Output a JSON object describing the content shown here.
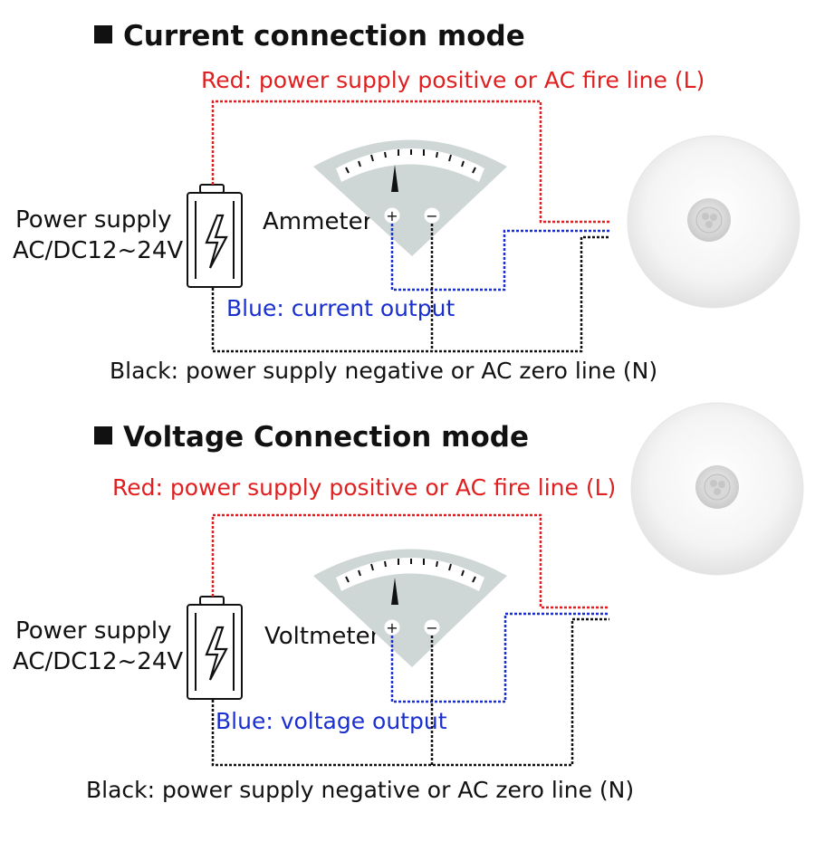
{
  "current": {
    "title": "Current connection mode",
    "red_label": "Red: power supply positive or AC fire line (L)",
    "power_supply_line1": "Power supply",
    "power_supply_line2": "AC/DC12~24V",
    "meter_label": "Ammeter",
    "blue_label": "Blue: current output",
    "black_label": "Black: power supply negative or AC zero line (N)"
  },
  "voltage": {
    "title": "Voltage Connection mode",
    "red_label": "Red: power supply positive or AC fire line (L)",
    "power_supply_line1": "Power supply",
    "power_supply_line2": "AC/DC12~24V",
    "meter_label": "Voltmeter",
    "blue_label": "Blue: voltage output",
    "black_label": "Black: power supply negative or AC zero line (N)"
  },
  "meter_terminals": {
    "plus": "+",
    "minus": "−"
  },
  "colors": {
    "red_wire": "#e02020",
    "blue_wire": "#1a2fd0",
    "black_wire": "#111111",
    "meter_face": "#cfd6d6"
  },
  "icons": {
    "battery": "battery-lightning-icon",
    "sensor": "pir-sensor-icon",
    "meter": "analog-meter-icon"
  }
}
